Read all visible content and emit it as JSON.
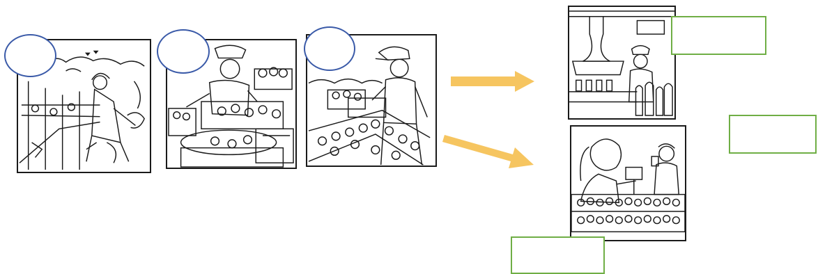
{
  "colors": {
    "bubble_border": "#3a5aa8",
    "label_border": "#6fae45",
    "arrow_fill": "#f6c560",
    "ink": "#1a1a1a"
  },
  "sequence": {
    "steps": [
      {
        "scene": "tomato-field-harvest",
        "bubble_text": ""
      },
      {
        "scene": "tomato-washing-station",
        "bubble_text": ""
      },
      {
        "scene": "tomato-sorting-conveyor",
        "bubble_text": ""
      }
    ]
  },
  "outcomes": [
    {
      "scene": "bottling-factory",
      "label_text": ""
    },
    {
      "scene": "market-stall",
      "label_text": ""
    }
  ],
  "extra_label": {
    "label_text": ""
  },
  "icons": [
    "right-arrow-icon",
    "diagonal-arrow-icon"
  ]
}
